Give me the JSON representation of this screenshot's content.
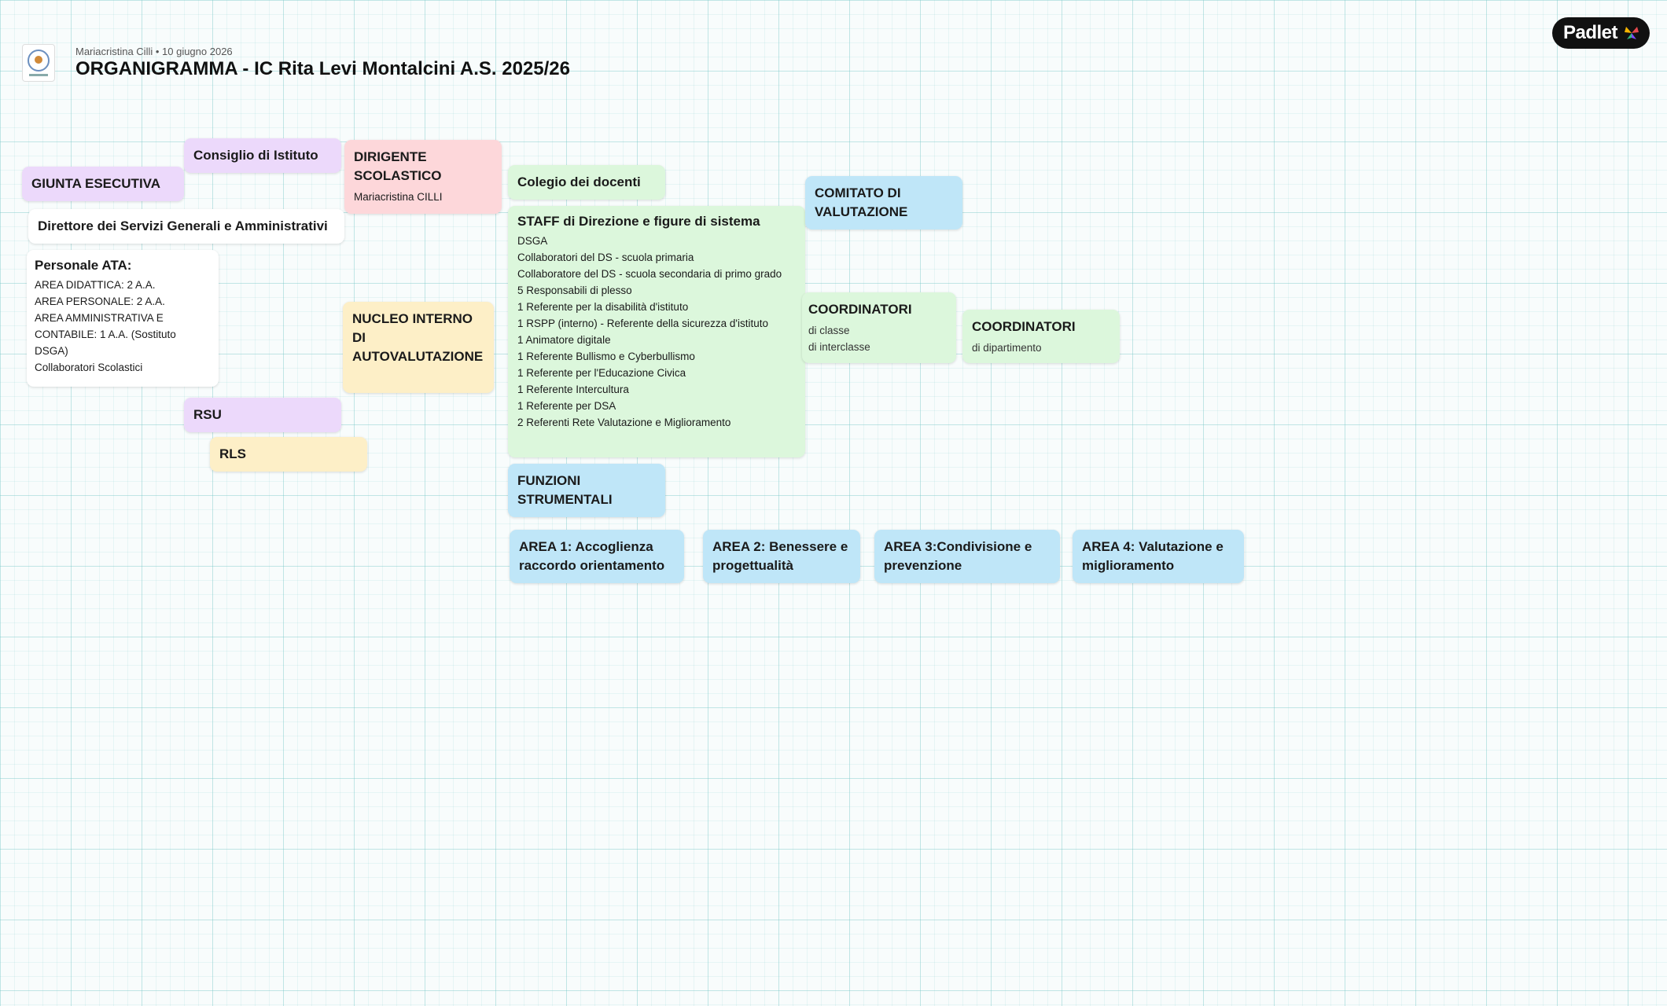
{
  "header": {
    "meta": "Mariacristina Cilli • 10 giugno 2026",
    "title": "ORGANIGRAMMA - IC Rita Levi Montalcini A.S. 2025/26",
    "brand": "Padlet",
    "logo_icon": "school-crest-icon"
  },
  "cards": {
    "consiglio": {
      "title": "Consiglio di Istituto"
    },
    "dirigente": {
      "title": "DIRIGENTE SCOLASTICO",
      "body": "Mariacristina CILLI"
    },
    "giunta": {
      "title": "GIUNTA ESECUTIVA"
    },
    "direttore": {
      "title": "Direttore dei Servizi Generali e Amministrativi"
    },
    "personale": {
      "title": "Personale ATA:",
      "body": "AREA DIDATTICA: 2 A.A.\nAREA PERSONALE: 2 A.A.\nAREA AMMINISTRATIVA E CONTABILE: 1 A.A.  (Sostituto DSGA)\nCollaboratori Scolastici"
    },
    "collegio": {
      "title": "Colegio dei docenti"
    },
    "staff": {
      "title": "STAFF di Direzione e figure di sistema",
      "body": "DSGA\nCollaboratori del DS - scuola primaria\nCollaboratore del DS - scuola secondaria di primo grado\n5 Responsabili di plesso\n1 Referente per la disabilità d'istituto\n1 RSPP (interno) - Referente della sicurezza d'istituto\n1 Animatore digitale\n1 Referente Bullismo e Cyberbullismo\n1 Referente per l'Educazione Civica\n1 Referente Intercultura\n1 Referente per DSA\n2 Referenti Rete Valutazione e Miglioramento"
    },
    "comitato": {
      "title": "COMITATO DI VALUTAZIONE"
    },
    "nucleo": {
      "title": "NUCLEO INTERNO DI AUTOVALUTAZIONE"
    },
    "coord_classe": {
      "title": "COORDINATORI",
      "body": "di classe\ndi interclasse"
    },
    "coord_dip": {
      "title": "COORDINATORI",
      "body": "di dipartimento"
    },
    "rsu": {
      "title": "RSU"
    },
    "rls": {
      "title": "RLS"
    },
    "funzioni": {
      "title": "FUNZIONI STRUMENTALI"
    },
    "area1": {
      "title": "AREA 1: Accoglienza raccordo orientamento"
    },
    "area2": {
      "title": "AREA 2: Benessere e progettualità"
    },
    "area3": {
      "title": "AREA 3:Condivisione e prevenzione"
    },
    "area4": {
      "title": "AREA 4: Valutazione e miglioramento"
    }
  },
  "colors": {
    "purple": "#ecd9fb",
    "pink": "#fdd7da",
    "green": "#dcf7dc",
    "blue": "#bfe6f8",
    "yellow": "#fdefc7",
    "white": "#ffffff"
  }
}
